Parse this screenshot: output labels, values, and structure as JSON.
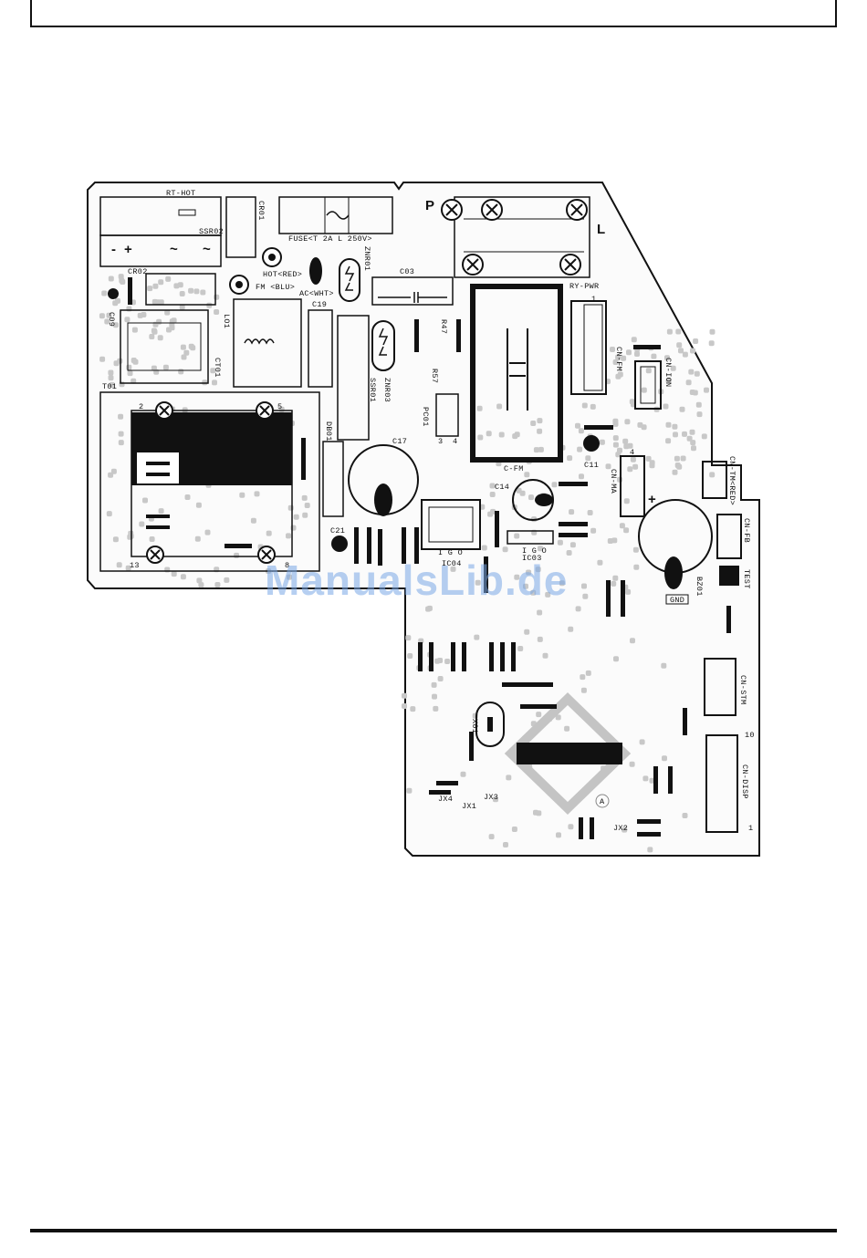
{
  "watermark": "ManualsLib.de",
  "labels": {
    "rt_hot": "RT-HOT",
    "ssr02": "SSR02",
    "cr01": "CR01",
    "fuse": "FUSE<T 2A L 250V>",
    "p": "P",
    "l": "L",
    "cr02": "CR02",
    "hot_red": "HOT<RED>",
    "fm_blu": "FM <BLU>",
    "ac_wht": "AC<WHT>",
    "znr01": "ZNR01",
    "c03": "C03",
    "ry_pwr": "RY-PWR",
    "c09": "C09",
    "c19": "C19",
    "lo1": "LO1",
    "ct01": "CT01",
    "r47": "R47",
    "cn_fm": "CN-FM",
    "cn_ion": "CN-ION",
    "t01": "T01",
    "znr03": "ZNR03",
    "ssr01": "SSR01",
    "r57": "R57",
    "pc01": "PC01",
    "db01": "DB01",
    "c17": "C17",
    "c_fm": "C-FM",
    "c11": "C11",
    "cn_ma": "CN-MA",
    "cn_tm_red": "CN-TM<RED>",
    "c14": "C14",
    "c21": "C21",
    "ic04": "IC04",
    "ic03": "IC03",
    "cn_fb": "CN-FB",
    "test": "TEST",
    "bz01": "BZ01",
    "gnd": "GND",
    "cn_stm": "CN-STM",
    "x01": "X01",
    "cn_disp": "CN-DISP",
    "jx4": "JX4",
    "jx1": "JX1",
    "jx3": "JX3",
    "jx2": "JX2",
    "circle_a": "A",
    "pin_2": "2",
    "pin_5": "5",
    "pin_13": "13",
    "pin_8": "8",
    "pin_1": "1",
    "pin_3": "3",
    "pin_4": "4",
    "pin_10": "10",
    "ic_pins": "I G O",
    "ic04_pins": "I G O",
    "plus": "+",
    "minus": "-",
    "tilde": "~"
  }
}
